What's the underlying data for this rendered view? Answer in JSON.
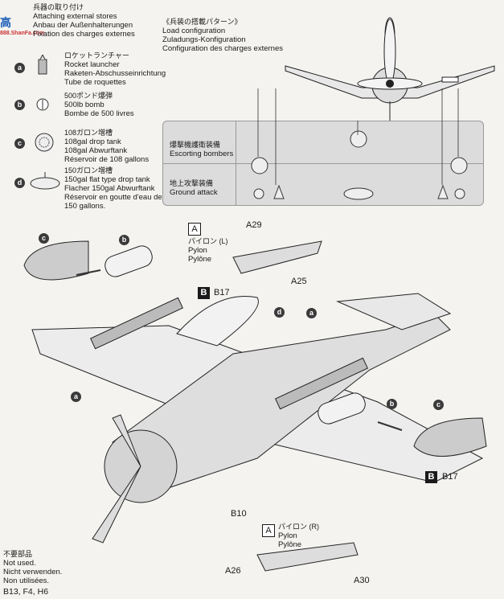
{
  "header": {
    "title_jp": "兵器の取り付け",
    "title_en": "Attaching external stores",
    "title_de": "Anbau der Außenhalterungen",
    "title_fr": "Fixation des charges externes",
    "logo": "高",
    "logo_sub": "888.ShanFa.com"
  },
  "load_config": {
    "title_jp": "《兵装の搭載パターン》",
    "title_en": "Load configuration",
    "title_de": "Zuladungs-Konfiguration",
    "title_fr": "Configuration des charges externes",
    "row1_jp": "爆撃機護衛装備",
    "row1_en": "Escorting bombers",
    "row2_jp": "地上攻撃装備",
    "row2_en": "Ground attack"
  },
  "legend": [
    {
      "key": "a",
      "jp": "ロケットランチャー",
      "en": "Rocket launcher",
      "de": "Raketen-Abschusseinrichtung",
      "fr": "Tube de roquettes"
    },
    {
      "key": "b",
      "jp": "500ポンド爆弾",
      "en": "500lb bomb",
      "de": "Bombe de 500 livres",
      "fr": ""
    },
    {
      "key": "c",
      "jp": "108ガロン増槽",
      "en": "108gal drop tank",
      "de": "108gal Abwurftank",
      "fr": "Réservoir de 108 gallons"
    },
    {
      "key": "d",
      "jp": "150ガロン増槽",
      "en": "150gal flat type drop tank",
      "de": "Flacher 150gal Abwurftank",
      "fr": "Réservoir en goutte d'eau de",
      "fr2": "150 gallons."
    }
  ],
  "parts": {
    "pylon_l_jp": "パイロン (L)",
    "pylon_l_en": "Pylon",
    "pylon_l_fr": "Pylône",
    "pylon_r_jp": "パイロン (R)",
    "pylon_r_en": "Pylon",
    "pylon_r_fr": "Pylône",
    "box_a": "A",
    "box_b": "B",
    "a29": "A29",
    "a25": "A25",
    "b17": "B17",
    "b17_right": "B17",
    "b10": "B10",
    "a26": "A26",
    "a30": "A30"
  },
  "callouts": {
    "a": "a",
    "b": "b",
    "c": "c",
    "d": "d"
  },
  "footer": {
    "jp": "不要部品",
    "en": "Not used.",
    "de": "Nicht verwenden.",
    "fr": "Non utilisées.",
    "parts": "B13, F4, H6"
  }
}
